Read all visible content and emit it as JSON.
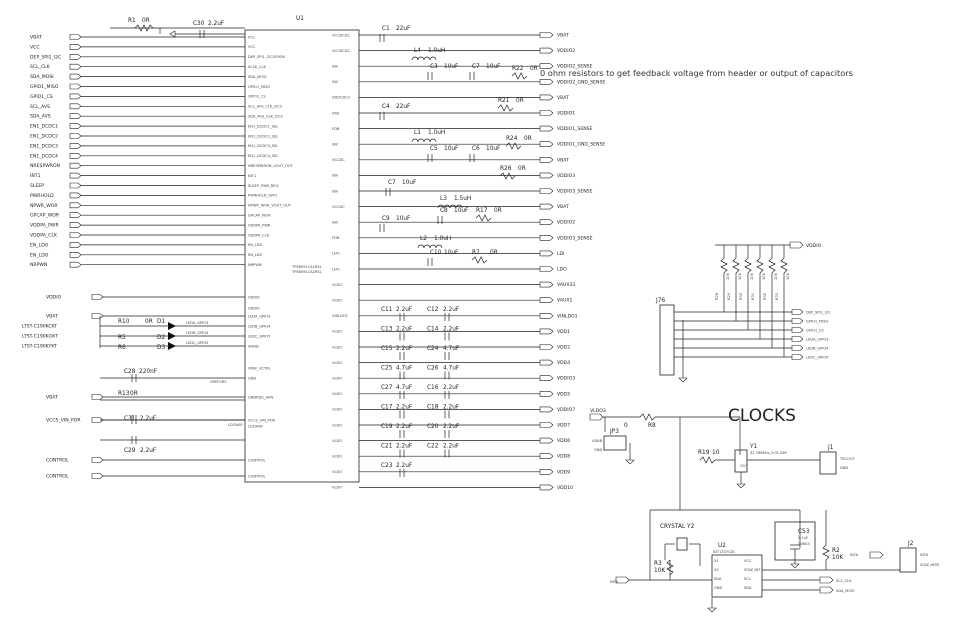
{
  "u1": {
    "ref": "U1",
    "part": "TPS65911A1RSL\nTPS65911A2RSL"
  },
  "note": "0 ohm resistors to get feedback voltage from header or output of capacitors",
  "clocks_title": "CLOCKS",
  "left_nets": [
    {
      "net": "VBAT",
      "pin": "VCC"
    },
    {
      "net": "VCC",
      "pin": "VCC"
    },
    {
      "net": "DEP_SPI1_I2C",
      "pin": "DEP_SPI1_I2C/GPIO6"
    },
    {
      "net": "SCL_CLK",
      "pin": "SCLK_CLK"
    },
    {
      "net": "SDA_MOSI",
      "pin": "SDA_MOSI"
    },
    {
      "net": "GPIO1_MISO",
      "pin": "GPIO1_MISO"
    },
    {
      "net": "GPIO1_CS",
      "pin": "GPIO1_CS"
    },
    {
      "net": "SCL_AVS",
      "pin": "SCL_AVS_CLK_I2C2"
    },
    {
      "net": "SDA_AVS",
      "pin": "SDA_AVS_CLK_I2C2"
    },
    {
      "net": "EN1_DCDC1",
      "pin": "EN1_DCDC1_SEL"
    },
    {
      "net": "EN1_DCDC2",
      "pin": "EN1_DCDC2_SEL"
    },
    {
      "net": "EN1_DCDC3",
      "pin": "EN1_DCDC3_SEL"
    },
    {
      "net": "EN1_DCDC4",
      "pin": "EN1_DCDC4_SEL"
    },
    {
      "net": "NRESPWRON",
      "pin": "NRESPWRON_VOUT_OUT"
    },
    {
      "net": "INT1",
      "pin": "INT1"
    },
    {
      "net": "SLEEP",
      "pin": "SLEEP_PWR_REQ"
    },
    {
      "net": "PWRHOLD",
      "pin": "PWRHOLD_GPIO"
    },
    {
      "net": "NPWR_WOR",
      "pin": "NPWR_WOR_VOUT_OUT"
    },
    {
      "net": "GPCAP_WOR",
      "pin": "GPCAP_WOR"
    },
    {
      "net": "VDDPA_PWR",
      "pin": "VDDPA_PWR"
    },
    {
      "net": "VDDPA_CLK",
      "pin": "VDDPA_CLK"
    },
    {
      "net": "EN_LDO",
      "pin": "EN_LDO"
    },
    {
      "net": "EN_LDO",
      "pin": "EN_LDO"
    },
    {
      "net": "NRPWN",
      "pin": "NRPWN"
    }
  ],
  "left_lower": [
    {
      "net": "VDDIO",
      "pin": "VDDIO"
    },
    {
      "net": "",
      "pin": "VDDIO"
    },
    {
      "net": "VBAT",
      "pin": "LEDA_GPIO3"
    },
    {
      "net": "LTST-C190KCKT",
      "pin": "LEDB_GPIO4"
    },
    {
      "net": "LTST-C190KGKT",
      "pin": "LEDC_GPIO5"
    },
    {
      "net": "LTST-C190KYKT",
      "pin": "AGND"
    },
    {
      "net": "",
      "pin": "VREF_VCTRL"
    },
    {
      "net": "",
      "pin": "GND"
    },
    {
      "net": "VBAT",
      "pin": "GNDRDC_AVN"
    },
    {
      "net": "VCCS_VIN_POR",
      "pin": "VCCS_VIN_POR"
    },
    {
      "net": "",
      "pin": "LDOAAP"
    },
    {
      "net": "CONTROL",
      "pin": "CONTROL"
    },
    {
      "net": "CONTROL",
      "pin": "CONTROL"
    }
  ],
  "right_nets": [
    {
      "pin": "VCCDCDC",
      "net": "VBAT"
    },
    {
      "pin": "VCCDCDC",
      "net": "VDDIO2"
    },
    {
      "pin": "SW",
      "net": "VDDIO2_SENSE"
    },
    {
      "pin": "SW",
      "net": "VDDIO2_GND_SENSE"
    },
    {
      "pin": "VDDCDC2",
      "net": "VBAT"
    },
    {
      "pin": "VFB",
      "net": "VDDIO1"
    },
    {
      "pin": "FDB",
      "net": "VDDIO1_SENSE"
    },
    {
      "pin": "SW",
      "net": "VDDIO1_GND_SENSE"
    },
    {
      "pin": "VCCDC",
      "net": "VBAT"
    },
    {
      "pin": "SW",
      "net": "VDDIO3"
    },
    {
      "pin": "SW",
      "net": "VDDIO3_SENSE"
    },
    {
      "pin": "VCCDC",
      "net": "VBAT"
    },
    {
      "pin": "SW",
      "net": "VDDIO2"
    },
    {
      "pin": "FDB",
      "net": "VDDIO3_SENSE"
    },
    {
      "pin": "LDO",
      "net": "LDI"
    },
    {
      "pin": "LDO",
      "net": "LDO"
    },
    {
      "pin": "VLDO",
      "net": "VAUX33"
    },
    {
      "pin": "VLDO",
      "net": "VAUX1"
    },
    {
      "pin": "VINLDO1",
      "net": "VINLDO1"
    },
    {
      "pin": "VLDO",
      "net": "VDD1"
    },
    {
      "pin": "VLDO",
      "net": "VDD2"
    },
    {
      "pin": "VLDO",
      "net": "VDD4"
    },
    {
      "pin": "VLDO",
      "net": "VDDIO3"
    },
    {
      "pin": "VLDO",
      "net": "VDD5"
    },
    {
      "pin": "VLDO",
      "net": "VDDIO7"
    },
    {
      "pin": "VLDO",
      "net": "VDD7"
    },
    {
      "pin": "VLDO",
      "net": "VDD6"
    },
    {
      "pin": "VLDO",
      "net": "VDD8"
    },
    {
      "pin": "VLDO",
      "net": "VDD9"
    },
    {
      "pin": "VLDO",
      "net": "VDD10"
    }
  ],
  "caps_top": [
    {
      "ref": "C1",
      "val": "22uF"
    },
    {
      "ref": "L4",
      "val": "1.0uH"
    },
    {
      "ref": "C3",
      "val": "10uF"
    },
    {
      "ref": "C7",
      "val": "10uF"
    },
    {
      "ref": "C4",
      "val": "22uF"
    },
    {
      "ref": "L1",
      "val": "1.0uH"
    },
    {
      "ref": "C5",
      "val": "10uF"
    },
    {
      "ref": "C6",
      "val": "10uF"
    },
    {
      "ref": "C7",
      "val": "10uF"
    },
    {
      "ref": "L3",
      "val": "1.5uH"
    },
    {
      "ref": "C9",
      "val": "10uF"
    },
    {
      "ref": "C8",
      "val": "10uF"
    },
    {
      "ref": "L2",
      "val": "1.0uH"
    },
    {
      "ref": "C10",
      "val": "10uF"
    }
  ],
  "res_top": [
    {
      "ref": "R22",
      "val": "0R"
    },
    {
      "ref": "R21",
      "val": "0R"
    },
    {
      "ref": "R24",
      "val": "0R"
    },
    {
      "ref": "R26",
      "val": "0R"
    },
    {
      "ref": "R17",
      "val": "0R"
    },
    {
      "ref": "R7",
      "val": "0R"
    }
  ],
  "ldo_caps": [
    {
      "a": "C11",
      "av": "2.2uF",
      "b": "C12",
      "bv": "2.2uF"
    },
    {
      "a": "C13",
      "av": "2.2uF",
      "b": "C14",
      "bv": "2.2uF"
    },
    {
      "a": "C15",
      "av": "2.2uF",
      "b": "C24",
      "bv": "4.7uF"
    },
    {
      "a": "C25",
      "av": "4.7uF",
      "b": "C26",
      "bv": "4.7uF"
    },
    {
      "a": "C27",
      "av": "4.7uF",
      "b": "C16",
      "bv": "2.2uF"
    },
    {
      "a": "C17",
      "av": "2.2uF",
      "b": "C18",
      "bv": "2.2uF"
    },
    {
      "a": "C19",
      "av": "2.2uF",
      "b": "C20",
      "bv": "2.2uF"
    },
    {
      "a": "C21",
      "av": "2.2uF",
      "b": "C22",
      "bv": "2.2uF"
    },
    {
      "a": "C23",
      "av": "2.2uF",
      "b": "",
      "bv": ""
    }
  ],
  "misc": {
    "r1": "R1",
    "r1v": "0R",
    "c30": "C30",
    "c30v": "2.2uF",
    "r10": "R10",
    "r5": "R5",
    "r6": "R6",
    "rv": "0R",
    "d1": "D1",
    "d2": "D2",
    "d3": "D3",
    "led1": "LEDA_GPIO3",
    "led2": "LEDB_GPIO4",
    "led3": "LEDC_GPIO5",
    "c28": "C28",
    "c28v": "220nF",
    "vrefvrs": "VREFVRS",
    "r13": "R13",
    "r13v": "0R",
    "c31": "C31",
    "c31v": "2.2uF",
    "c29": "C29",
    "c29v": "2.2uF",
    "ldoaap": "LDOAAP"
  },
  "header": {
    "ref": "J76",
    "rails": "VDDIO",
    "resistors": [
      "R28",
      "R29",
      "R30",
      "R31",
      "R32",
      "R33"
    ],
    "res_vals": [
      "10K",
      "10K",
      "10K",
      "10K",
      "10K",
      "10K"
    ],
    "nets": [
      "DEP_SPI1_I2C",
      "GPIO1_MISO",
      "GPIO1_CS",
      "LEDA_GPIO3",
      "LEDB_GPIO4",
      "LEDC_GPIO5"
    ]
  },
  "clock": {
    "vldo3": "VLDO3",
    "r8": "R8",
    "r8v": "0",
    "jp": "JP3",
    "jp_pins": [
      "VDAB",
      "GND"
    ],
    "r19": "R19",
    "r19v": "10",
    "y1": "Y1",
    "y1part": "32.768KHz_ECS-2X6",
    "out": "OUT",
    "j1": "J1",
    "j1pins": [
      "TSCOUT",
      "GND"
    ],
    "crystal": "CRYSTAL Y2",
    "u2": "U2",
    "u2part": "IDT1337CDI",
    "u2pins": [
      "X1",
      "X2",
      "SDA",
      "GND",
      "VCC",
      "SQW_INT",
      "SCL",
      "SDA"
    ],
    "c53": "C53",
    "c53v": "0.1uF",
    "c53p": "C0603",
    "r3": "R3",
    "r3v": "10K",
    "r2": "R2",
    "r2v": "10K",
    "j2": "J2",
    "j2pins": [
      "INTA",
      "SQW_INTB"
    ],
    "inta": "INTA",
    "scl": "SCL_CLK",
    "sda": "SDA_MOSI"
  }
}
